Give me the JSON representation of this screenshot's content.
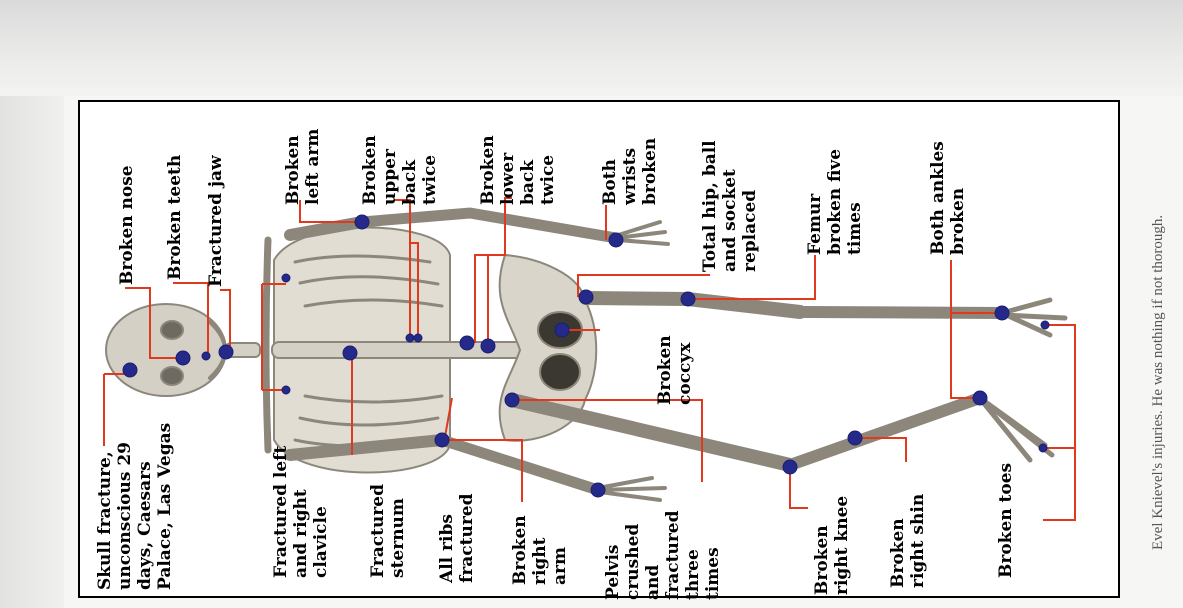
{
  "caption": "Evel Knievel's injuries. He was nothing if not thorough.",
  "labels": {
    "skull_fracture": "Skull fracture,\nunconscious 29\ndays, Caesars\nPalace, Las Vegas",
    "broken_nose": "Broken nose",
    "broken_teeth": "Broken teeth",
    "fractured_jaw": "Fractured jaw",
    "fractured_clavicle": "Fractured left\nand right\nclavicle",
    "broken_left_arm": "Broken\nleft arm",
    "broken_upper_back": "Broken\nupper\nback\ntwice",
    "fractured_sternum": "Fractured\nsternum",
    "all_ribs": "All ribs\nfractured",
    "broken_lower_back": "Broken\nlower\nback\ntwice",
    "broken_right_arm": "Broken\nright\narm",
    "both_wrists": "Both\nwrists\nbroken",
    "total_hip": "Total hip, ball\nand socket\nreplaced",
    "broken_coccyx": "Broken\ncoccyx",
    "pelvis": "Pelvis\ncrushed\nand\nfractured\nthree\ntimes",
    "femur": "Femur\nbroken five\ntimes",
    "broken_right_knee": "Broken\nright knee",
    "broken_right_shin": "Broken\nright shin",
    "both_ankles": "Both ankles\nbroken",
    "broken_toes": "Broken toes"
  },
  "colors": {
    "leader_line": "#e0391e",
    "injury_dot": "#252a8a",
    "bone": "#d4d0c6",
    "bone_outline": "#8d877b"
  }
}
